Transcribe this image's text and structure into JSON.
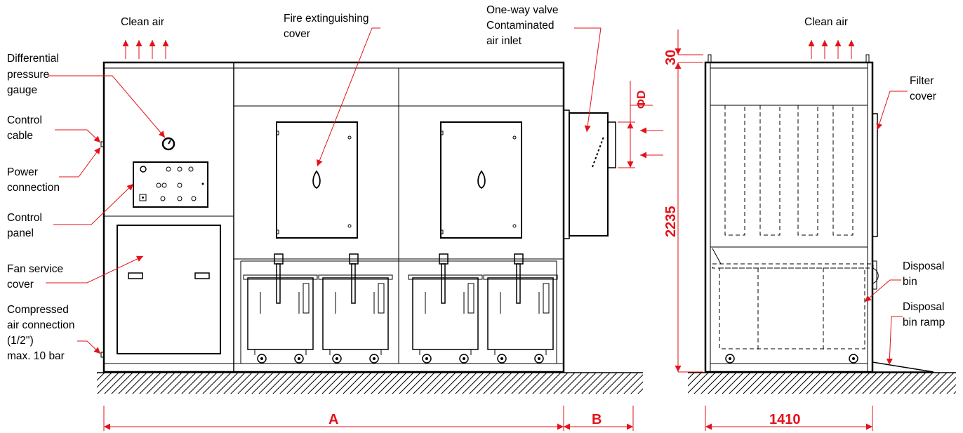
{
  "labels": {
    "clean_air_front": "Clean air",
    "clean_air_side": "Clean air",
    "diff_pressure": [
      "Differential",
      "pressure",
      "gauge"
    ],
    "control_cable": [
      "Control",
      "cable"
    ],
    "power_connection": [
      "Power",
      "connection"
    ],
    "control_panel": [
      "Control",
      "panel"
    ],
    "fan_service": [
      "Fan service",
      "cover"
    ],
    "compressed_air": [
      "Compressed",
      "air connection",
      "(1/2'')",
      "max. 10 bar"
    ],
    "fire_cover": [
      "Fire extinguishing",
      "cover"
    ],
    "one_way_valve": [
      "One-way valve",
      "Contaminated",
      "air inlet"
    ],
    "filter_cover": [
      "Filter",
      "cover"
    ],
    "disposal_bin": [
      "Disposal",
      "bin"
    ],
    "disposal_ramp": [
      "Disposal",
      "bin ramp"
    ]
  },
  "dimensions": {
    "a": "A",
    "b": "B",
    "width_side": "1410",
    "height": "2235",
    "top_offset": "30",
    "diameter": "ΦD"
  },
  "colors": {
    "annotation": "#e3121a",
    "line": "#000000"
  }
}
